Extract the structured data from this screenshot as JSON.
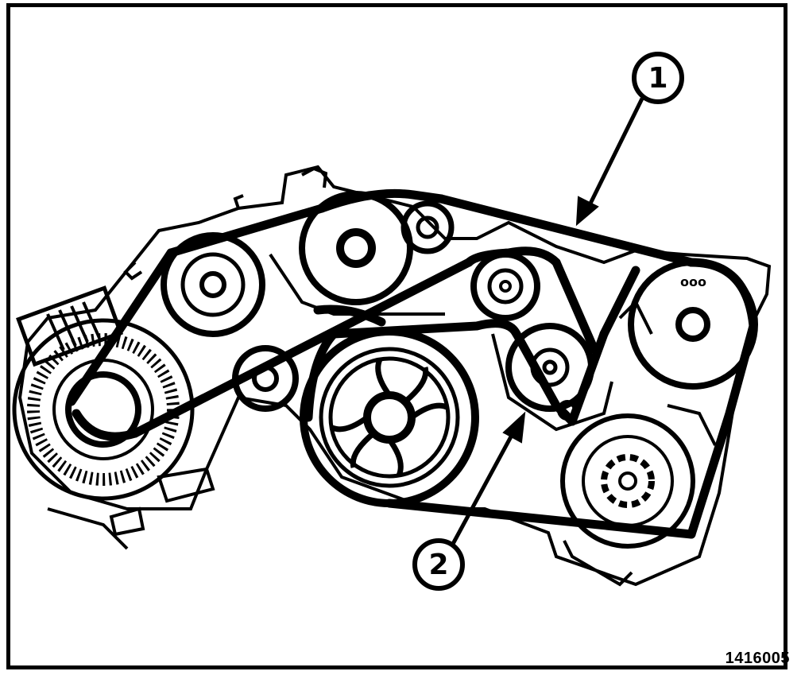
{
  "diagram": {
    "callouts": [
      {
        "label": "1",
        "points_to": "belt"
      },
      {
        "label": "2",
        "points_to": "belt tensioner"
      }
    ],
    "figure_number": "1416005",
    "colors": {
      "ink": "#000000",
      "paper": "#ffffff"
    }
  }
}
